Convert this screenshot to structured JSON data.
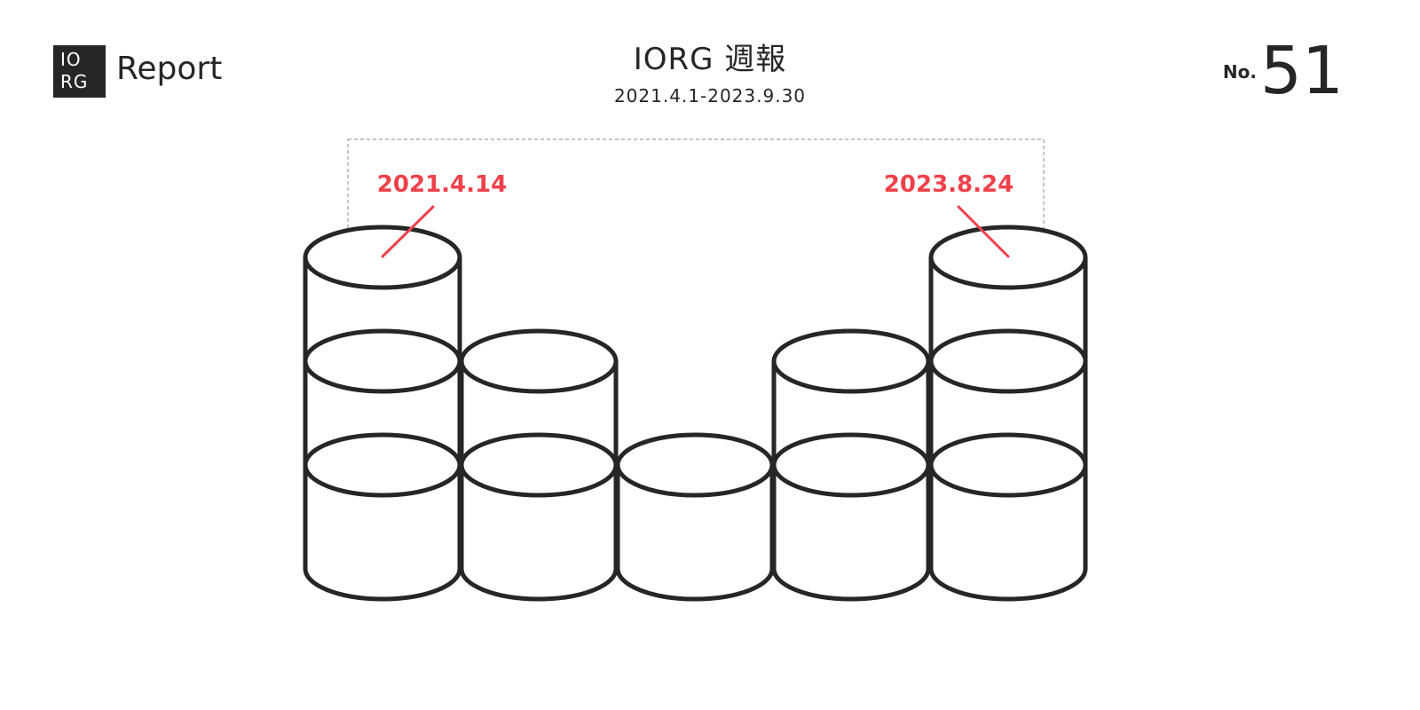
{
  "header": {
    "logo_line1": "IO",
    "logo_line2": "RG",
    "logo_word": "Report",
    "title": "IORG 週報",
    "date_range": "2021.4.1-2023.9.30",
    "issue_prefix": "No.",
    "issue_number": "51"
  },
  "illustration": {
    "stack_levels": [
      3,
      2,
      1,
      2,
      3
    ],
    "annotation_left": "2021.4.14",
    "annotation_right": "2023.8.24"
  },
  "colors": {
    "ink": "#262626",
    "accent": "#f0414a",
    "frame": "#a0a0a0"
  }
}
